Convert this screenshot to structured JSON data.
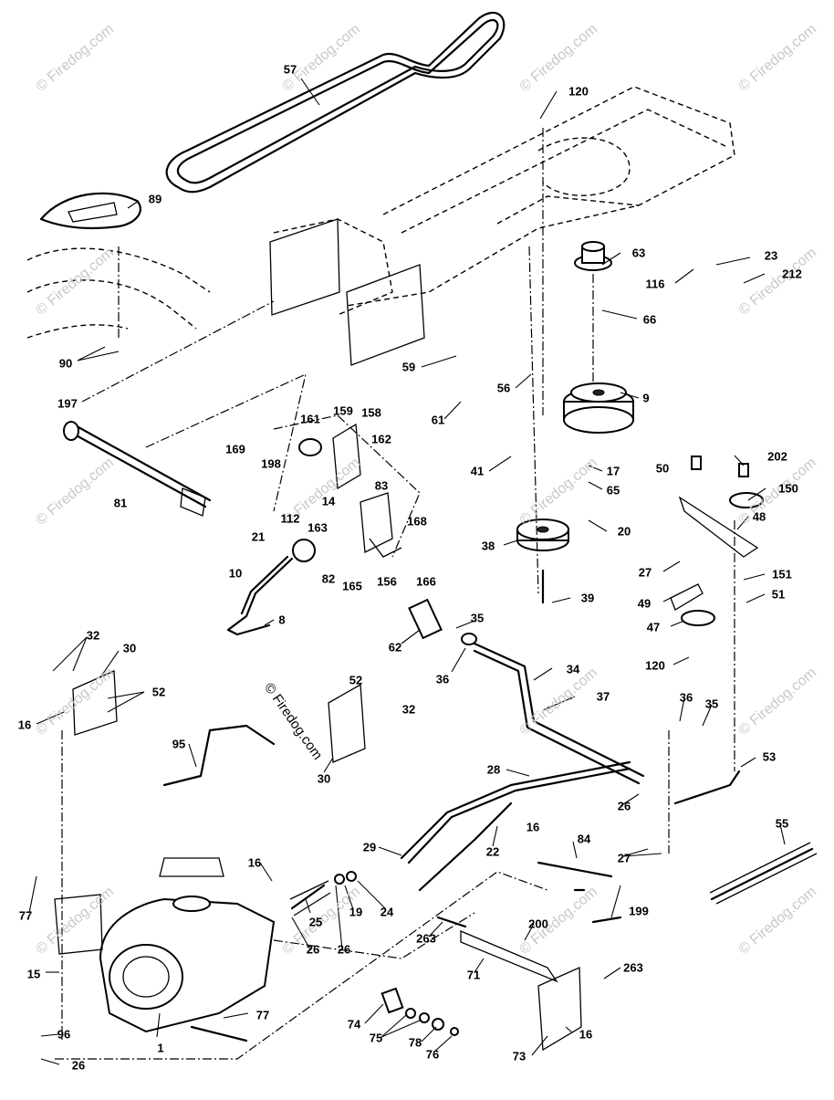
{
  "watermark": "© Firedog.com",
  "caption": "© Firedog.com",
  "part_numbers": [
    "57",
    "120",
    "89",
    "63",
    "23",
    "116",
    "212",
    "66",
    "90",
    "59",
    "56",
    "61",
    "9",
    "197",
    "161",
    "159",
    "158",
    "169",
    "162",
    "198",
    "41",
    "17",
    "50",
    "202",
    "150",
    "65",
    "83",
    "112",
    "14",
    "163",
    "168",
    "81",
    "20",
    "48",
    "38",
    "21",
    "10",
    "82",
    "165",
    "156",
    "166",
    "27",
    "151",
    "51",
    "39",
    "49",
    "62",
    "35",
    "8",
    "47",
    "32",
    "30",
    "52",
    "36",
    "34",
    "120",
    "16",
    "52",
    "32",
    "37",
    "36",
    "35",
    "95",
    "30",
    "53",
    "28",
    "26",
    "29",
    "16",
    "84",
    "27",
    "22",
    "55",
    "16",
    "25",
    "19",
    "24",
    "77",
    "199",
    "200",
    "263",
    "15",
    "26",
    "26",
    "71",
    "263",
    "77",
    "74",
    "96",
    "75",
    "78",
    "73",
    "16",
    "1",
    "76",
    "26"
  ]
}
